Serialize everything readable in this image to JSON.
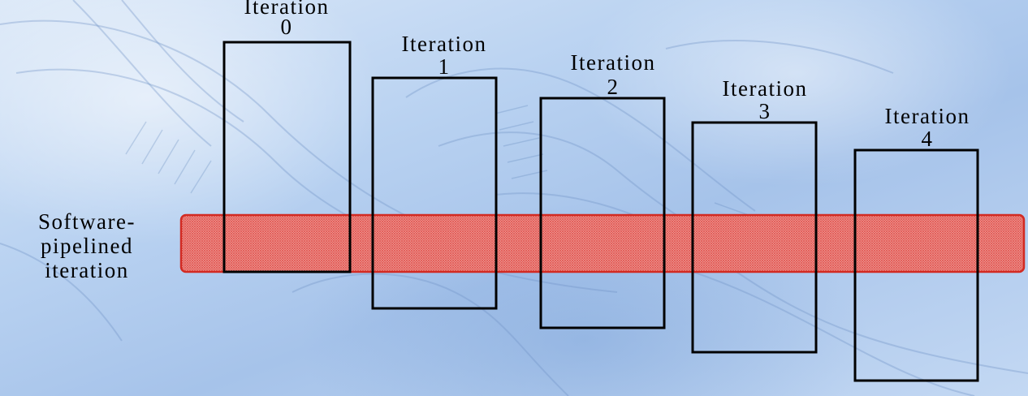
{
  "iterations": [
    {
      "line1": "Iteration",
      "line2": "0"
    },
    {
      "line1": "Iteration",
      "line2": "1"
    },
    {
      "line1": "Iteration",
      "line2": "2"
    },
    {
      "line1": "Iteration",
      "line2": "3"
    },
    {
      "line1": "Iteration",
      "line2": "4"
    }
  ],
  "band_label": [
    "Software-",
    "pipelined",
    "iteration"
  ],
  "colors": {
    "band_fill": "#e0544f",
    "band_stroke": "#d22a22",
    "box_stroke": "#000000",
    "text": "#000000"
  }
}
